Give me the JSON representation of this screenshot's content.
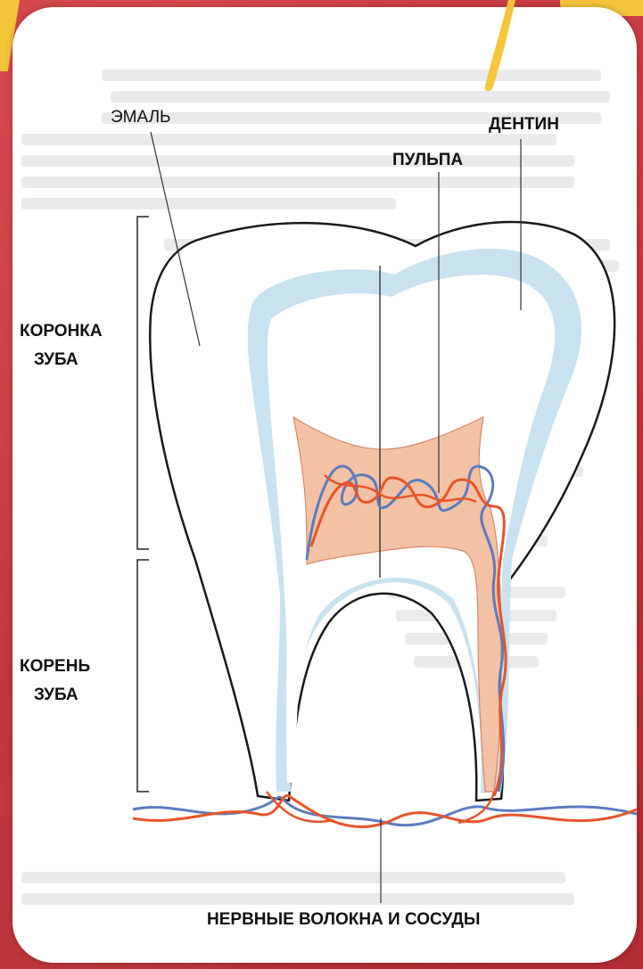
{
  "labels": {
    "enamel": "ЭМАЛЬ",
    "dentin": "ДЕНТИН",
    "pulp": "ПУЛЬПА",
    "crown_line1": "КОРОНКА",
    "crown_line2": "ЗУБА",
    "root_line1": "КОРЕНЬ",
    "root_line2": "ЗУБА",
    "nerves": "НЕРВНЫЕ ВОЛОКНА И СОСУДЫ"
  },
  "colors": {
    "background": "#c4383e",
    "card": "#ffffff",
    "enamel_fill": "#ffffff",
    "dentin_fill": "#c9e2ef",
    "pulp_fill": "#f3c2a4",
    "nerve_red": "#e8542a",
    "vessel_blue": "#5b7cc0",
    "accent_yellow": "#f5c53a"
  }
}
